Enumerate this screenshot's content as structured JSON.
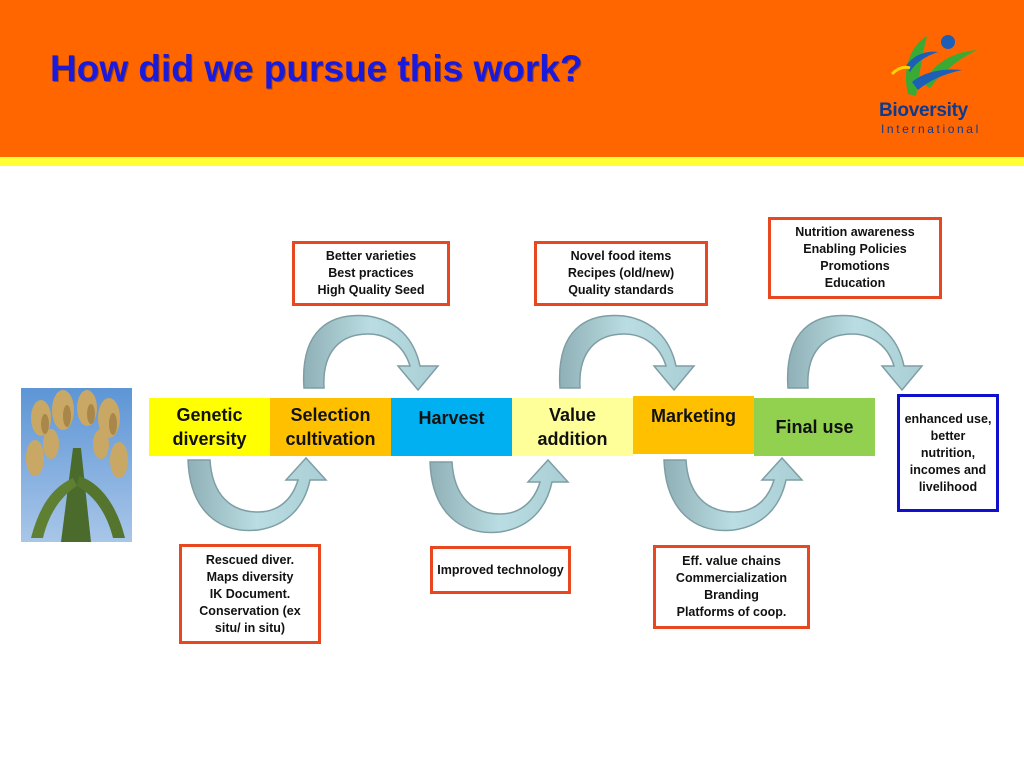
{
  "title": "How did we pursue this work?",
  "logo": {
    "name": "Bioversity",
    "sub": "International"
  },
  "stages": [
    {
      "label": "Genetic diversity",
      "color": "#ffff00"
    },
    {
      "label": "Selection cultivation",
      "color": "#ffc000"
    },
    {
      "label": "Harvest",
      "color": "#00b0f0"
    },
    {
      "label": "Value addition",
      "color": "#ffff99"
    },
    {
      "label": "Marketing",
      "color": "#ffc000"
    },
    {
      "label": "Final use",
      "color": "#92d050"
    }
  ],
  "notes_top": [
    "Better varieties\nBest practices\nHigh Quality Seed",
    "Novel food  items\nRecipes (old/new)\nQuality standards",
    "Nutrition awareness\nEnabling Policies\nPromotions\nEducation"
  ],
  "notes_bottom": [
    "Rescued diver.\nMaps diversity\nIK Document.\nConservation (ex situ/ in situ)",
    "Improved technology",
    "Eff. value chains\nCommercialization\nBranding\nPlatforms of coop."
  ],
  "outcome": "enhanced use, better nutrition, incomes and livelihood",
  "colors": {
    "header": "#ff6600",
    "title": "#1a1adc",
    "note_border": "#e8481f",
    "outcome_border": "#1010cc",
    "arrow_fill": "#b9dde2",
    "arrow_dark": "#8fb0b6"
  }
}
